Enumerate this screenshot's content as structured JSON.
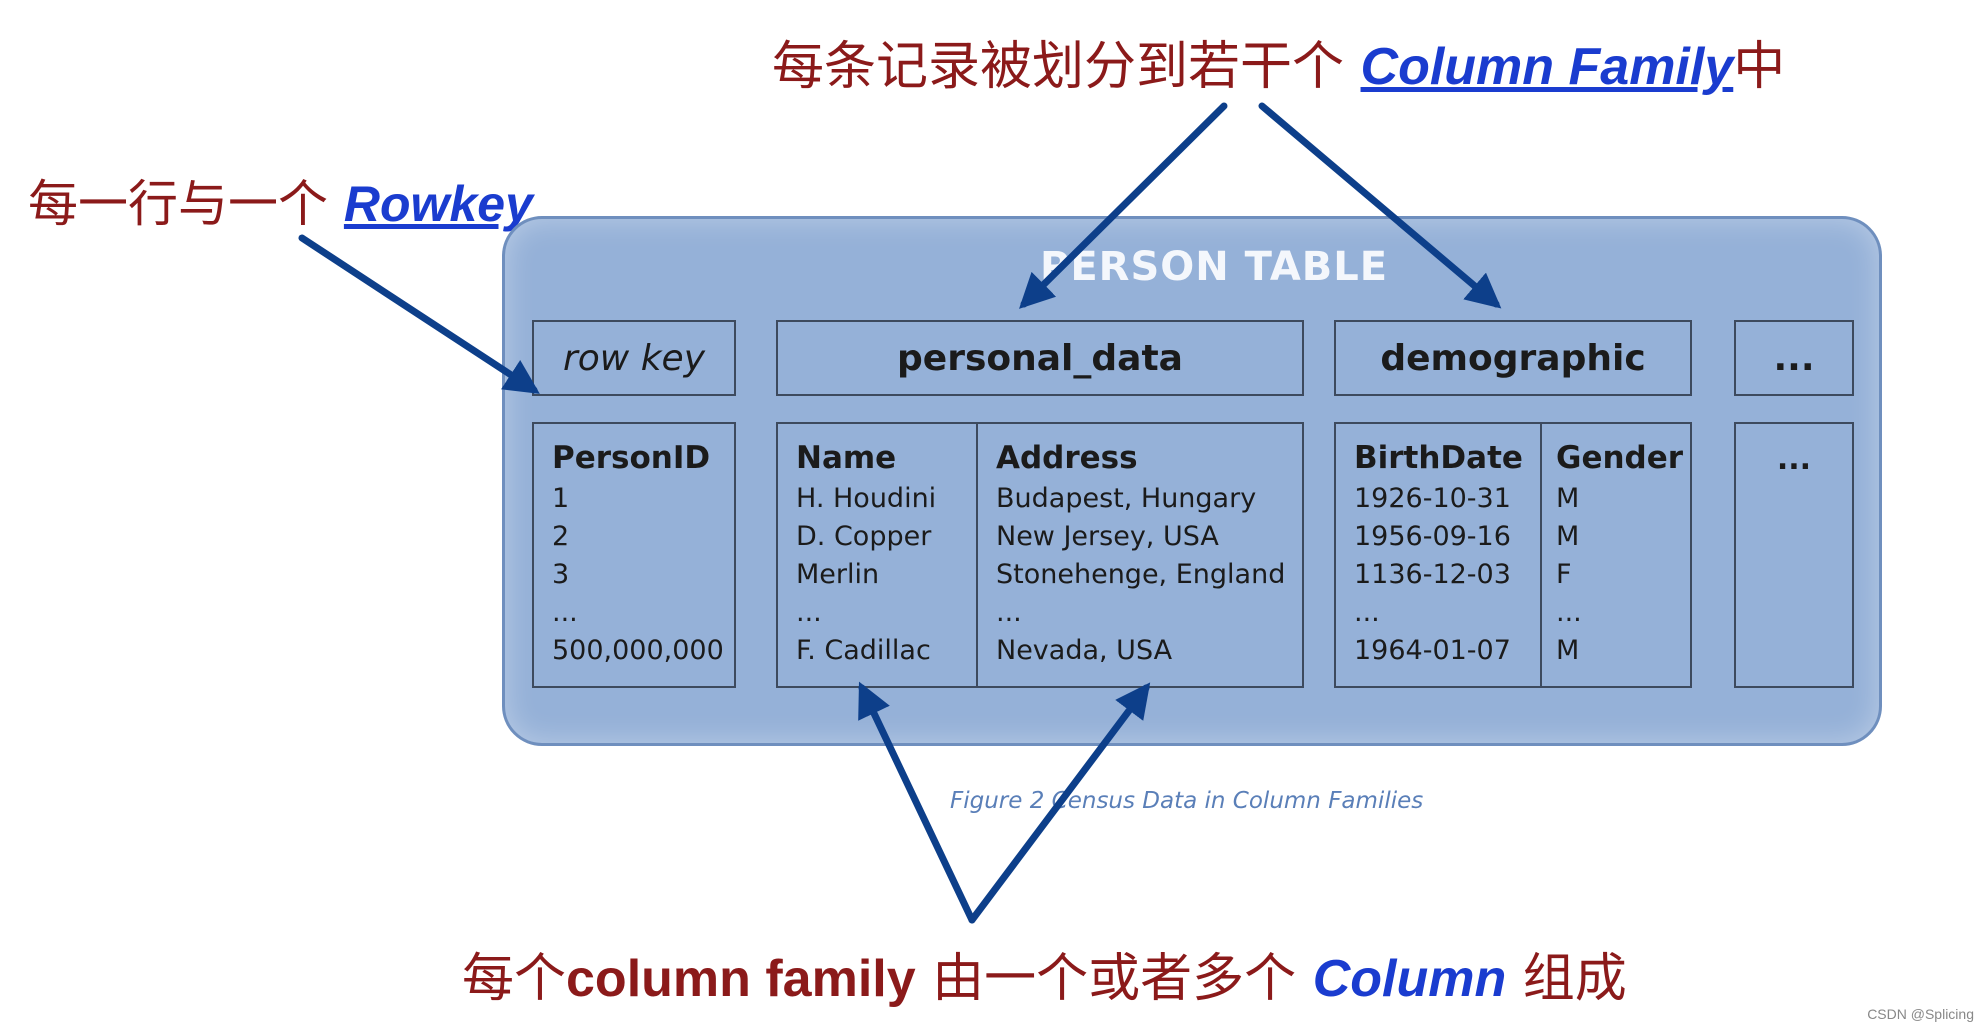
{
  "annotations": {
    "top": {
      "cn": "每条记录被划分到若干个 ",
      "keyword": "Column Family",
      "tail": "中"
    },
    "left": {
      "cn": "每一行与一个 ",
      "keyword": "Rowkey"
    },
    "bottom": {
      "cn1": "每个",
      "mix": "column family",
      "cn2": " 由一个或者多个 ",
      "keyword": "Column",
      "tail": " 组成"
    }
  },
  "table": {
    "title": "PERSON TABLE",
    "headers": {
      "row_key": "row key",
      "personal_data": "personal_data",
      "demographic": "demographic",
      "more": "..."
    },
    "row_key_column": {
      "header": "PersonID",
      "values": [
        "1",
        "2",
        "3",
        "...",
        "500,000,000"
      ]
    },
    "personal_data_columns": [
      {
        "header": "Name",
        "values": [
          "H. Houdini",
          "D. Copper",
          "Merlin",
          "...",
          "F. Cadillac"
        ]
      },
      {
        "header": "Address",
        "values": [
          "Budapest, Hungary",
          "New Jersey, USA",
          "Stonehenge, England",
          "...",
          "Nevada, USA"
        ]
      }
    ],
    "demographic_columns": [
      {
        "header": "BirthDate",
        "values": [
          "1926-10-31",
          "1956-09-16",
          "1136-12-03",
          "...",
          "1964-01-07"
        ]
      },
      {
        "header": "Gender",
        "values": [
          "M",
          "M",
          "F",
          "...",
          "M"
        ]
      }
    ],
    "more_body": "..."
  },
  "caption": "Figure 2   Census Data in Column Families",
  "watermark": "CSDN @Splicing",
  "colors": {
    "annotation_text": "#8b1a1a",
    "keyword": "#1a3ccf",
    "table_bg": "#95b1d8",
    "arrow": "#0d3f8a"
  }
}
